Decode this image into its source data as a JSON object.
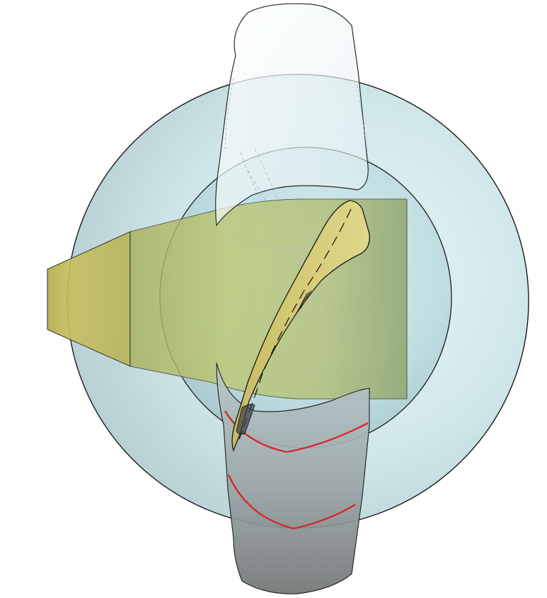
{
  "colors": {
    "background": "#ffffff",
    "outer_sphere": "#cfe6ea",
    "inner_sphere": "#b9dde3",
    "hub_body": "#b7c46d",
    "hub_nose": "#b9b45a",
    "blade_fill": "#e9f1f2",
    "blade_lower": "#9aa1a3",
    "blade_dark": "#707576",
    "yellow_strip": "#d8c870",
    "red_curves": "#d42a2a",
    "outline": "#1a1a1a"
  },
  "components": [
    "outer-sphere",
    "inner-sphere",
    "hub-cylinder",
    "nose-cone",
    "top-blade",
    "bottom-blade",
    "yellow-blade-section",
    "red-section-curves"
  ]
}
